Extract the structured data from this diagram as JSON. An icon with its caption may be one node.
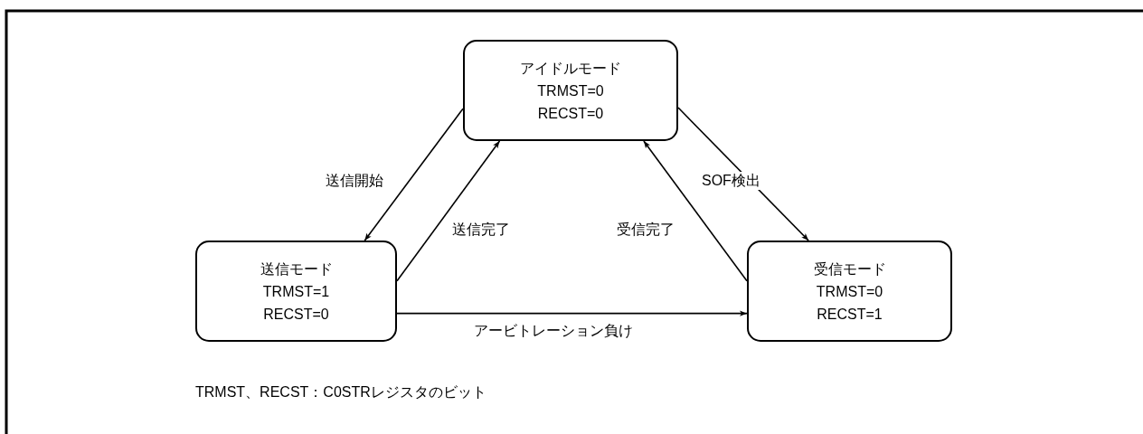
{
  "diagram": {
    "nodes": [
      {
        "text": [
          "アイドルモード",
          "TRMST=0",
          "RECST=0"
        ]
      },
      {
        "text": [
          "送信モード",
          "TRMST=1",
          "RECST=0"
        ]
      },
      {
        "text": [
          "受信モード",
          "TRMST=0",
          "RECST=1"
        ]
      }
    ],
    "edges": [
      {
        "from": 0,
        "to": 1,
        "arrow": "to",
        "label": "送信開始"
      },
      {
        "from": 1,
        "to": 0,
        "arrow": "to",
        "label": "送信完了"
      },
      {
        "from": 0,
        "to": 2,
        "arrow": "to",
        "label": "SOF検出"
      },
      {
        "from": 2,
        "to": 0,
        "arrow": "to",
        "label": "受信完了"
      },
      {
        "from": 1,
        "to": 2,
        "arrow": "to",
        "label": "アービトレーション負け"
      }
    ],
    "labels": [
      "TRMST、RECST：C0STRレジスタのビット"
    ]
  }
}
